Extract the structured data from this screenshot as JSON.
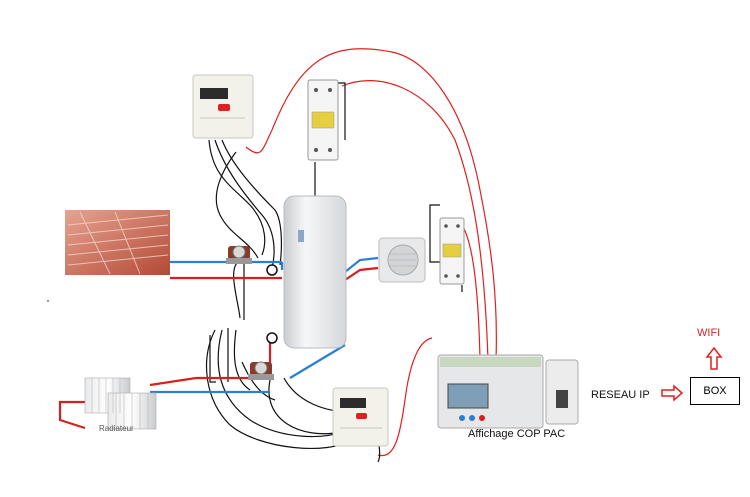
{
  "labels": {
    "radiateur": "Radiateur",
    "affichage": "Affichage COP PAC",
    "reseau_ip": "RESEAU IP",
    "wifi": "WIFI",
    "box": "BOX"
  },
  "colors": {
    "signal_wire": "#e02020",
    "power_wire": "#111111",
    "hot_pipe": "#d81e1e",
    "cold_pipe": "#2a7fd4",
    "arrow": "#e02020"
  },
  "icons": [
    "heat-meter-icon",
    "dinrail-module-icon",
    "water-heater-icon",
    "heatpump-icon",
    "circulator-pump-icon",
    "plc-controller-icon",
    "underfloor-heating-icon",
    "radiator-icon"
  ]
}
